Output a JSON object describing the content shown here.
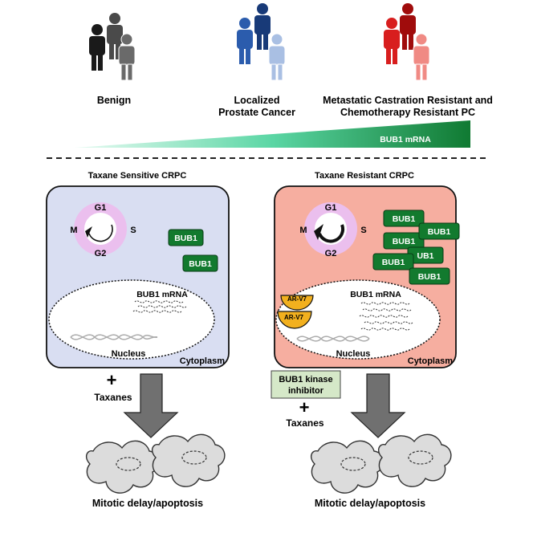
{
  "groups": {
    "benign": "Benign",
    "localized_l1": "Localized",
    "localized_l2": "Prostate Cancer",
    "metastatic_l1": "Metastatic Castration Resistant and",
    "metastatic_l2": "Chemotherapy Resistant PC"
  },
  "gradient_label": "BUB1 mRNA",
  "left_panel": {
    "title": "Taxane Sensitive CRPC",
    "cycle": {
      "g1": "G1",
      "s": "S",
      "g2": "G2",
      "m": "M"
    },
    "proteins": [
      "BUB1",
      "BUB1"
    ],
    "mrna_label": "BUB1 mRNA",
    "nucleus_label": "Nucleus",
    "cytoplasm_label": "Cytoplasm",
    "plus": "+",
    "drug": "Taxanes",
    "outcome": "Mitotic delay/apoptosis"
  },
  "right_panel": {
    "title": "Taxane Resistant CRPC",
    "cycle": {
      "g1": "G1",
      "s": "S",
      "g2": "G2",
      "m": "M"
    },
    "proteins": [
      "BUB1",
      "BUB1",
      "BUB1",
      "UB1",
      "BUB1",
      "BUB1"
    ],
    "arv7": [
      "AR-V7",
      "AR-V7"
    ],
    "mrna_label": "BUB1 mRNA",
    "nucleus_label": "Nucleus",
    "cytoplasm_label": "Cytoplasm",
    "inhibitor_l1": "BUB1 kinase",
    "inhibitor_l2": "inhibitor",
    "plus": "+",
    "drug": "Taxanes",
    "outcome": "Mitotic delay/apoptosis"
  },
  "colors": {
    "benign_people": "#1a1a1a",
    "localized_people": "#1f4e9a",
    "metastatic_people": "#d01010",
    "gradient_start": "#e8fbf3",
    "gradient_end": "#107a32",
    "left_cell_bg": "#d9def2",
    "right_cell_bg": "#f6aea0",
    "cycle_ring": "#ebbfee",
    "protein_green": "#127a2e",
    "arv7_orange": "#f2b01e",
    "inhibitor_box": "#d5e8c8"
  },
  "icons": [
    "person-icon",
    "cell-cycle-arrow-icon",
    "dna-helix-icon",
    "mrna-strand-icon",
    "apoptotic-cell-icon",
    "down-arrow-icon"
  ]
}
